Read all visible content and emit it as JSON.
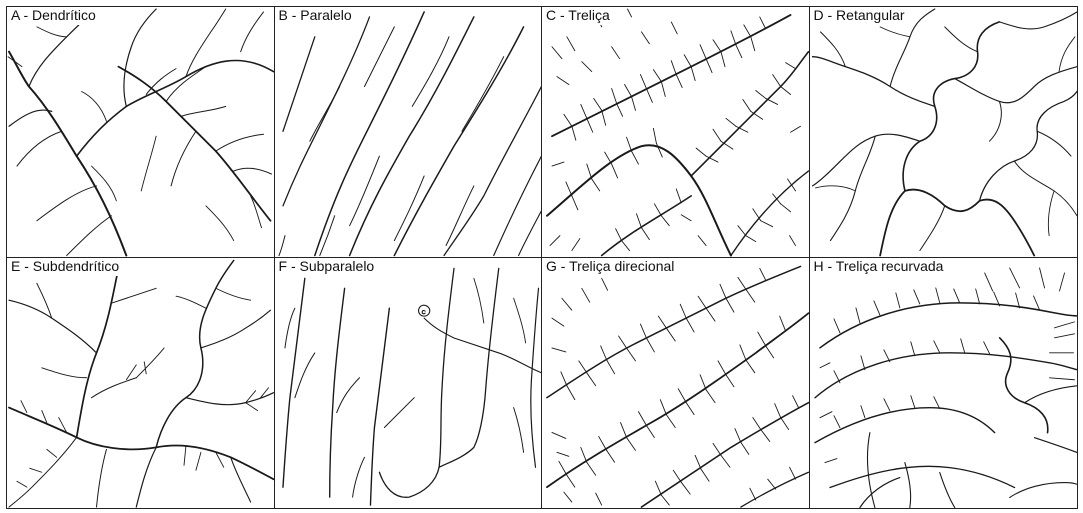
{
  "panels": [
    {
      "label": "A - Dendrítico"
    },
    {
      "label": "B - Paralelo"
    },
    {
      "label": "C - Treliça"
    },
    {
      "label": "D - Retangular"
    },
    {
      "label": "E - Subdendrítico"
    },
    {
      "label": "F - Subparalelo"
    },
    {
      "label": "G - Treliça direcional"
    },
    {
      "label": "H - Treliça recurvada"
    }
  ]
}
